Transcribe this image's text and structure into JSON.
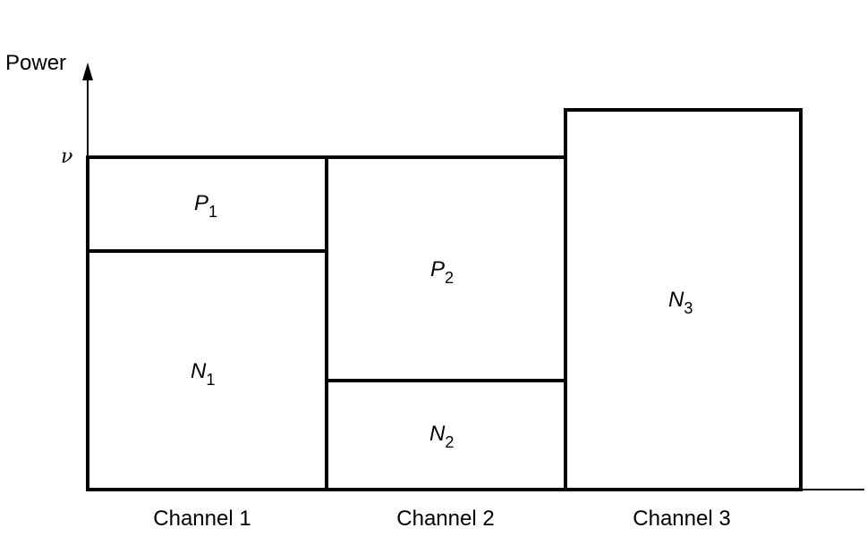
{
  "axis": {
    "y_label": "Power",
    "level_label": "ν"
  },
  "channels": [
    {
      "name": "Channel 1",
      "noise_label": "N",
      "noise_sub": "1",
      "power_label": "P",
      "power_sub": "1"
    },
    {
      "name": "Channel 2",
      "noise_label": "N",
      "noise_sub": "2",
      "power_label": "P",
      "power_sub": "2"
    },
    {
      "name": "Channel 3",
      "noise_label": "N",
      "noise_sub": "3"
    }
  ]
}
